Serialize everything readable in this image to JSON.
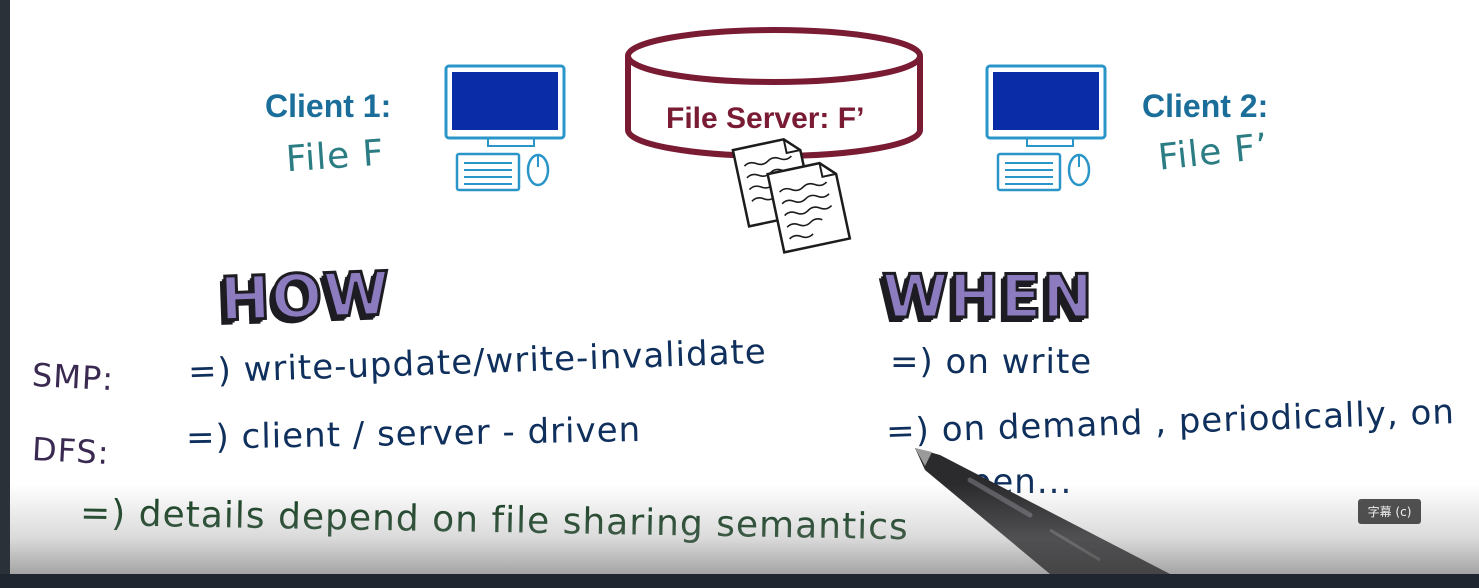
{
  "lecture": {
    "client1": {
      "title": "Client 1:",
      "file": "File F"
    },
    "client2": {
      "title": "Client 2:",
      "file": "File F’"
    },
    "server": {
      "label": "File Server: F’"
    },
    "how": {
      "heading": "HOW",
      "smp_label": "SMP:",
      "smp_text": "=) write-update/write-invalidate",
      "dfs_label": "DFS:",
      "dfs_text": "=) client / server - driven"
    },
    "when": {
      "heading": "WHEN",
      "smp_text": "=) on write",
      "dfs_text": "=) on demand , periodically, on",
      "dfs_text_cont": "open..."
    },
    "conclusion": "=) details depend on file sharing semantics"
  },
  "player": {
    "captions_button": "字幕 (c)"
  },
  "colors": {
    "client_label": "#1a6e99",
    "server": "#7a1b34",
    "monitor": "#0a2ca6",
    "bubble_fill": "#8c7bbf"
  }
}
